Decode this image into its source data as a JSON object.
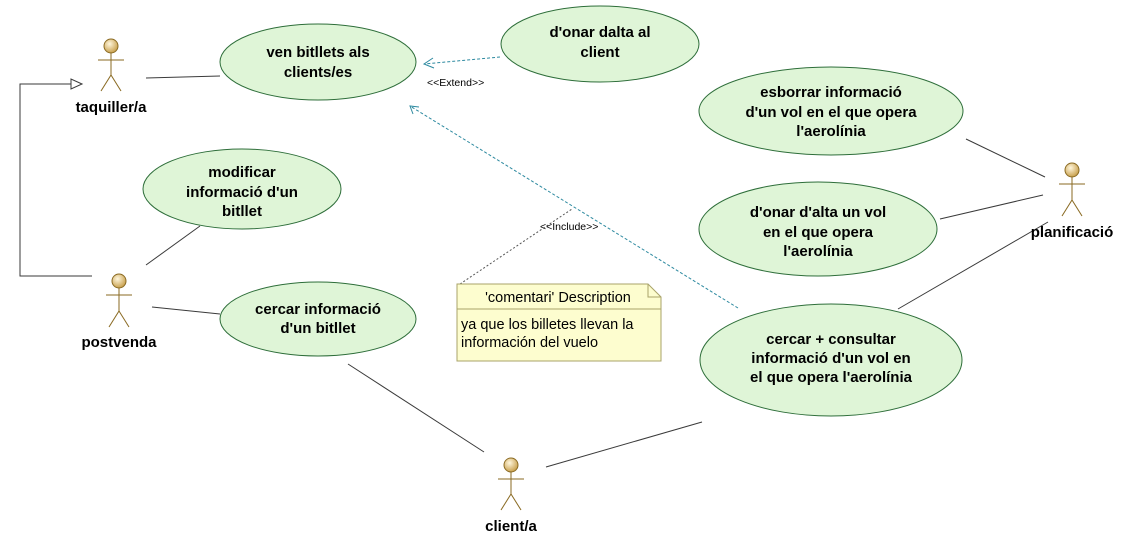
{
  "colors": {
    "usecase_fill": "#dff5d7",
    "usecase_stroke": "#2e6e3a",
    "actor_fill": "#d9b56a",
    "actor_stroke": "#8a6a22",
    "association": "#3a3a3a",
    "dependency": "#2e8aa0",
    "note_fill": "#fdfdcf",
    "note_stroke": "#a9a36a"
  },
  "actors": {
    "taquiller": "taquiller/a",
    "postvenda": "postvenda",
    "client": "client/a",
    "planificacio": "planificació"
  },
  "usecases": {
    "vendre": [
      "ven bitllets als",
      "clients/es"
    ],
    "donar_alta_client": [
      "d'onar dalta al",
      "client"
    ],
    "esborrar_vol": [
      "esborrar informació",
      "d'un vol en el que opera",
      "l'aerolínia"
    ],
    "alta_vol": [
      "d'onar d'alta un vol",
      "en el que opera",
      "l'aerolínia"
    ],
    "modificar_bitllet": [
      "modificar",
      "informació d'un",
      "bitllet"
    ],
    "cercar_bitllet": [
      "cercar informació",
      "d'un bitllet"
    ],
    "cercar_vol": [
      "cercar + consultar",
      "informació d'un vol en",
      "el que opera l'aerolínia"
    ]
  },
  "stereotypes": {
    "extend": "<<Extend>>",
    "include": "<<Include>>"
  },
  "note": {
    "title": "'comentari' Description",
    "lines": [
      "ya que los billetes llevan la",
      "información del vuelo"
    ]
  }
}
